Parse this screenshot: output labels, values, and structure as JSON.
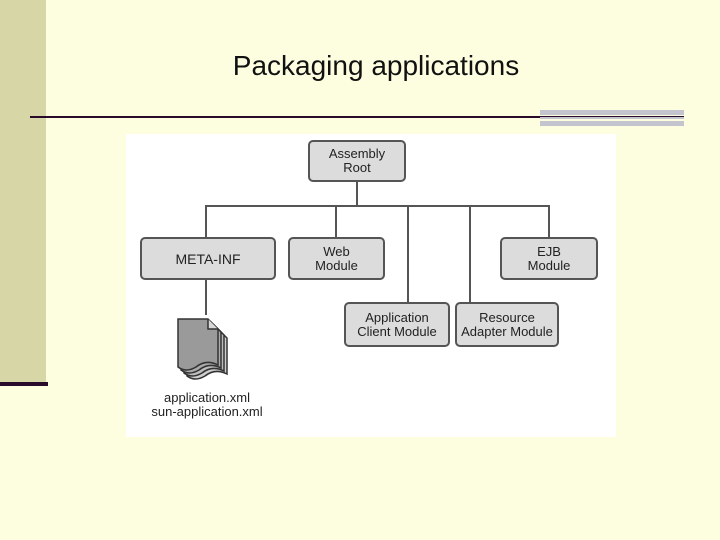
{
  "slide": {
    "title": "Packaging applications"
  },
  "diagram": {
    "root": "Assembly\nRoot",
    "nodes": {
      "meta_inf": "META-INF",
      "web_module": "Web\nModule",
      "ejb_module": "EJB\nModule",
      "app_client_module": "Application\nClient Module",
      "resource_adapter_module": "Resource\nAdapter Module"
    },
    "files": [
      "application.xml",
      "sun-application.xml"
    ]
  }
}
